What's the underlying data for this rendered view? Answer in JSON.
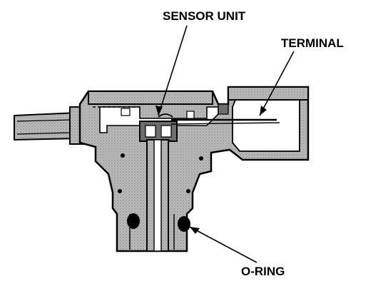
{
  "labels": {
    "sensor_unit": "SENSOR UNIT",
    "terminal": "TERMINAL",
    "o_ring": "O-RING"
  },
  "colors": {
    "body_fill": "#b8b8b8",
    "outline": "#000000",
    "background": "#ffffff"
  }
}
